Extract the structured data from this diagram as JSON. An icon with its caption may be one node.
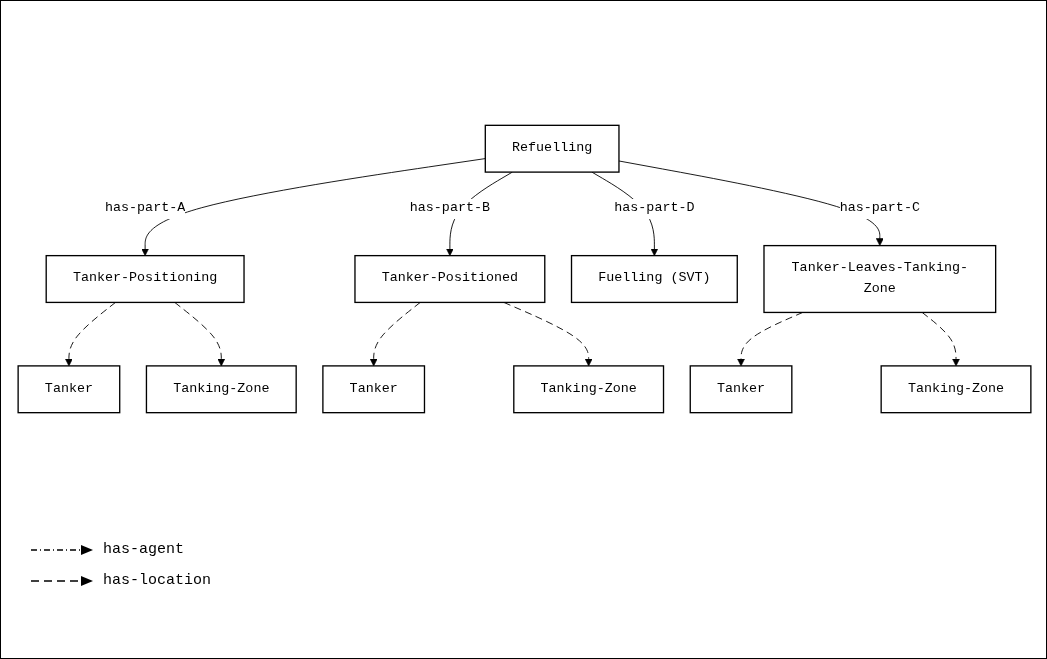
{
  "diagram": {
    "nodes": [
      {
        "text": [
          "Refuelling"
        ]
      },
      {
        "text": [
          "Tanker-Positioning"
        ]
      },
      {
        "text": [
          "Tanker-Positioned"
        ]
      },
      {
        "text": [
          "Fuelling (SVT)"
        ]
      },
      {
        "text": [
          "Tanker-Leaves-Tanking-Zone"
        ]
      },
      {
        "text": [
          "Tanker"
        ]
      },
      {
        "text": [
          "Tanking-Zone"
        ]
      },
      {
        "text": [
          "Tanker"
        ]
      },
      {
        "text": [
          "Tanking-Zone"
        ]
      },
      {
        "text": [
          "Tanker"
        ]
      },
      {
        "text": [
          "Tanking-Zone"
        ]
      }
    ],
    "edges": [
      {
        "from": 0,
        "to": 1,
        "arrow": "to",
        "label": "has-part-A"
      },
      {
        "from": 0,
        "to": 2,
        "arrow": "to",
        "label": "has-part-B"
      },
      {
        "from": 0,
        "to": 3,
        "arrow": "to",
        "label": "has-part-D"
      },
      {
        "from": 0,
        "to": 4,
        "arrow": "to",
        "label": "has-part-C"
      },
      {
        "from": 1,
        "to": 5,
        "arrow": "to",
        "style": "dashed"
      },
      {
        "from": 1,
        "to": 6,
        "arrow": "to",
        "style": "dashed"
      },
      {
        "from": 2,
        "to": 7,
        "arrow": "to",
        "style": "dashed"
      },
      {
        "from": 2,
        "to": 8,
        "arrow": "to",
        "style": "dashed"
      },
      {
        "from": 4,
        "to": 9,
        "arrow": "to",
        "style": "dashed"
      },
      {
        "from": 4,
        "to": 10,
        "arrow": "to",
        "style": "dashed"
      }
    ],
    "legend": [
      {
        "text": "has-agent"
      },
      {
        "text": "has-location"
      }
    ]
  }
}
